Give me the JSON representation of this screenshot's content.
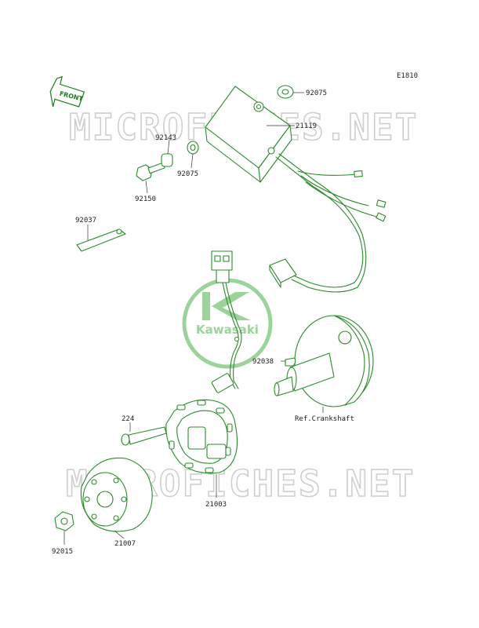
{
  "diagram_code": "E1810",
  "front_label": "FRONT",
  "watermark": "MICROFICHES.NET",
  "logo_text": "Kawasaki",
  "colors": {
    "line": "#2a8a2a",
    "watermark": "#cfcfcf",
    "logo": "#9bd39b"
  },
  "parts": [
    {
      "number": "92075"
    },
    {
      "number": "21119"
    },
    {
      "number": "92143"
    },
    {
      "number": "92075"
    },
    {
      "number": "92150"
    },
    {
      "number": "92037"
    },
    {
      "number": "92038"
    },
    {
      "number": "Ref.Crankshaft"
    },
    {
      "number": "224"
    },
    {
      "number": "21003"
    },
    {
      "number": "92015"
    },
    {
      "number": "21007"
    }
  ]
}
